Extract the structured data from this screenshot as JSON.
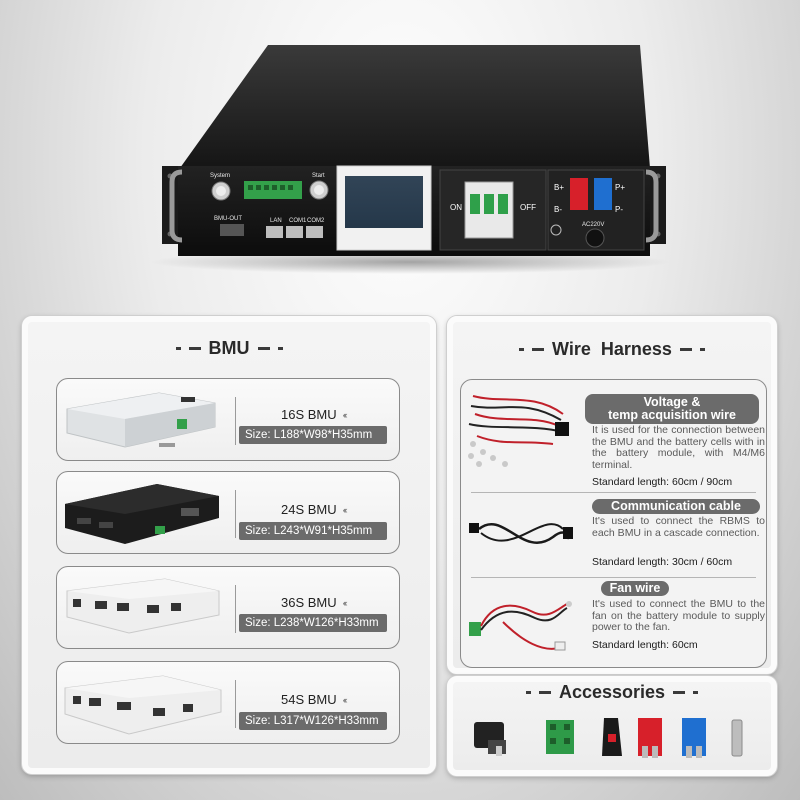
{
  "device": {
    "labels": {
      "system": "System",
      "start": "Start",
      "bmu_out": "BMU-OUT",
      "lan": "LAN",
      "com1": "COM1",
      "com2": "COM2",
      "on": "ON",
      "off": "OFF",
      "b_plus": "B+",
      "b_minus": "B-",
      "p_plus": "P+",
      "p_minus": "P-",
      "ac220v": "AC220V"
    }
  },
  "bmu": {
    "title": "BMU",
    "items": [
      {
        "name": "16S BMU",
        "size": "Size: L188*W98*H35mm",
        "color": "#e6e8ea"
      },
      {
        "name": "24S BMU",
        "size": "Size: L243*W91*H35mm",
        "color": "#1c1c1c"
      },
      {
        "name": "36S BMU",
        "size": "Size: L238*W126*H33mm",
        "color": "#eeeeee"
      },
      {
        "name": "54S BMU",
        "size": "Size: L317*W126*H33mm",
        "color": "#eeeeee"
      }
    ],
    "chevron": "‹‹‹"
  },
  "wire": {
    "title": "Wire  Harness",
    "items": [
      {
        "title": "Voltage &\ntemp acquisition wire",
        "desc": "It is used for the connection between the BMU and the battery cells with in the battery module, with M4/M6 terminal.",
        "length": "Standard length: 60cm / 90cm"
      },
      {
        "title": "Communication cable",
        "desc": "It's used to connect the RBMS to each BMU in a cascade connection.",
        "length": "Standard length: 30cm / 60cm"
      },
      {
        "title": "Fan wire",
        "desc": "It's used to connect the BMU to the fan on the battery module to supply power to the fan.",
        "length": "Standard length: 60cm"
      }
    ]
  },
  "accessories": {
    "title": "Accessories",
    "items": [
      {
        "icon": "black-connector-icon",
        "color": "#222222"
      },
      {
        "icon": "green-terminal-block-icon",
        "color": "#2e9a48"
      },
      {
        "icon": "black-plug-icon",
        "color": "#1a1a1a"
      },
      {
        "icon": "red-power-connector-icon",
        "color": "#d7202a"
      },
      {
        "icon": "blue-power-connector-icon",
        "color": "#1f6fd0"
      },
      {
        "icon": "metal-terminal-icon",
        "color": "#bdbdbd"
      }
    ]
  },
  "colors": {
    "label_bg": "#6b6b6b",
    "terminal_green": "#33a04a",
    "power_red": "#d7202a",
    "power_blue": "#1f6fd0"
  }
}
